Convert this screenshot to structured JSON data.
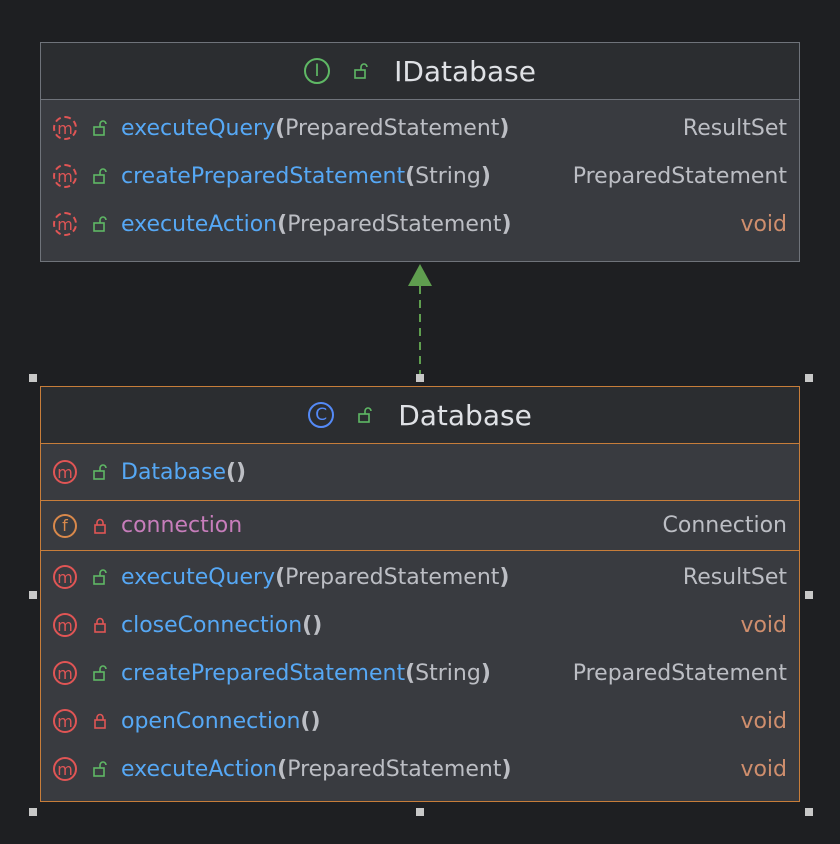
{
  "interface_box": {
    "kind_letter": "I",
    "title": "IDatabase",
    "methods": [
      {
        "name": "executeQuery",
        "open": "(",
        "params": "PreparedStatement",
        "close": ")",
        "ret": "ResultSet"
      },
      {
        "name": "createPreparedStatement",
        "open": "(",
        "params": "String",
        "close": ")",
        "ret": "PreparedStatement"
      },
      {
        "name": "executeAction",
        "open": "(",
        "params": "PreparedStatement",
        "close": ")",
        "ret": "void"
      }
    ]
  },
  "class_box": {
    "kind_letter": "C",
    "title": "Database",
    "constructor": {
      "name": "Database",
      "parens": "()"
    },
    "field": {
      "name": "connection",
      "type": "Connection"
    },
    "methods": [
      {
        "name": "executeQuery",
        "open": "(",
        "params": "PreparedStatement",
        "close": ")",
        "ret": "ResultSet"
      },
      {
        "name": "closeConnection",
        "open": "()",
        "params": "",
        "close": "",
        "ret": "void"
      },
      {
        "name": "createPreparedStatement",
        "open": "(",
        "params": "String",
        "close": ")",
        "ret": "PreparedStatement"
      },
      {
        "name": "openConnection",
        "open": "()",
        "params": "",
        "close": "",
        "ret": "void"
      },
      {
        "name": "executeAction",
        "open": "(",
        "params": "PreparedStatement",
        "close": ")",
        "ret": "void"
      }
    ]
  },
  "icons": {
    "method_letter": "m",
    "field_letter": "f"
  },
  "colors": {
    "background": "#1e1f22",
    "box_fill": "#393b40",
    "interface_border": "#6f737a",
    "class_border": "#c77d3a",
    "method_name": "#56a8f5",
    "field_name": "#c77dbb",
    "void_type": "#cf8e6d",
    "arrow": "#5f9e4f"
  }
}
